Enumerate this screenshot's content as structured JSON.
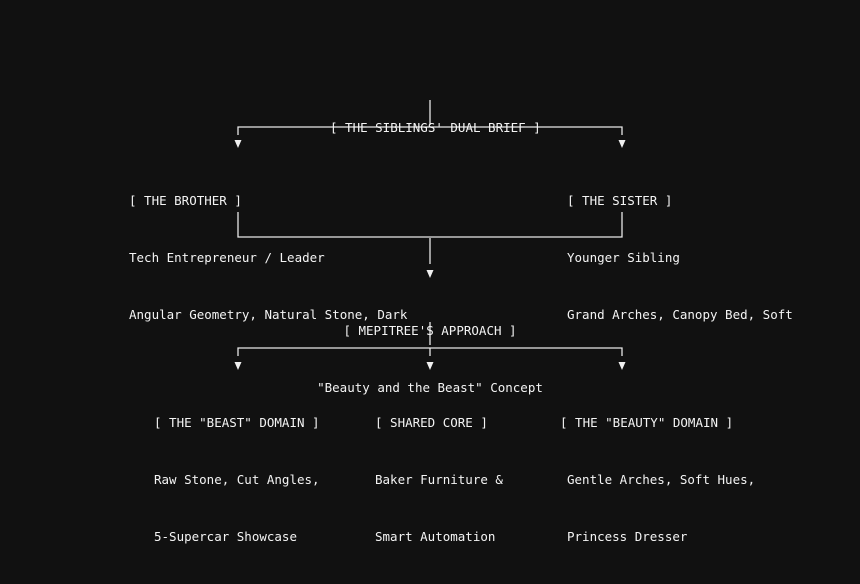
{
  "diagram": {
    "root": {
      "label": "[ THE SIBLINGS' DUAL BRIEF ]"
    },
    "brother": {
      "label": "[ THE BROTHER ]",
      "line1": "Tech Entrepreneur / Leader",
      "line2": "Angular Geometry, Natural Stone, Dark"
    },
    "sister": {
      "label": "[ THE SISTER ]",
      "line1": "Younger Sibling",
      "line2": "Grand Arches, Canopy Bed, Soft"
    },
    "approach": {
      "label": "[ MEPITREE'S APPROACH ]",
      "line1": "\"Beauty and the Beast\" Concept"
    },
    "beast": {
      "label": "[ THE \"BEAST\" DOMAIN ]",
      "line1": "Raw Stone, Cut Angles,",
      "line2": "5-Supercar Showcase"
    },
    "core": {
      "label": "[ SHARED CORE ]",
      "line1": "Baker Furniture &",
      "line2": "Smart Automation"
    },
    "beauty": {
      "label": "[ THE \"BEAUTY\" DOMAIN ]",
      "line1": "Gentle Arches, Soft Hues,",
      "line2": "Princess Dresser"
    }
  }
}
